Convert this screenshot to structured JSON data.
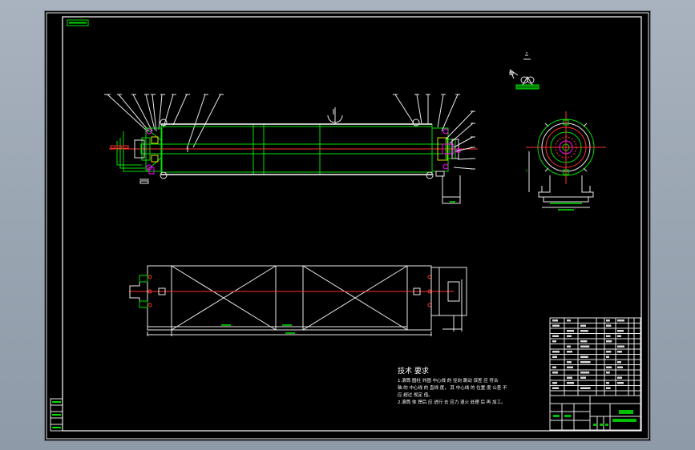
{
  "drawing": {
    "notes_title": "技术 要求",
    "notes_lines": [
      "1.滚筒 圆柱 外圆 中心线 的 径向 跳动 误差 应 符合",
      "   轴 的 中心线 的 直线 度， 其 中心线 的 位置 度 公差 不",
      "   应 超过 规定 值。",
      "2.滚筒 体 焊后 应 进行 去 应力 退火 处理 后 再 加工。"
    ]
  },
  "colors": {
    "background": "#000000",
    "frame": "#e8e8e8",
    "outline": "#00e000",
    "centerline": "#ff3030",
    "dimension": "#ffffff",
    "hidden": "#ff00ff",
    "window": "#9aa5b2"
  }
}
